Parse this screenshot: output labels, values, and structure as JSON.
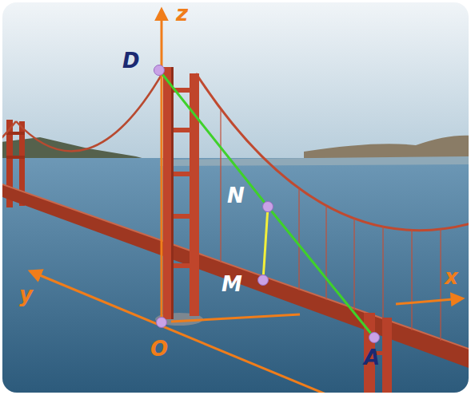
{
  "diagram": {
    "nodes": [
      {
        "text": [
          "D"
        ]
      },
      {
        "text": [
          "N"
        ]
      },
      {
        "text": [
          "M"
        ]
      },
      {
        "text": [
          "O"
        ]
      },
      {
        "text": [
          "A"
        ]
      }
    ],
    "edges": [
      {
        "from": 0,
        "to": 1,
        "arrow": "none"
      },
      {
        "from": 1,
        "to": 4,
        "arrow": "none"
      },
      {
        "from": 1,
        "to": 2,
        "arrow": "none"
      }
    ],
    "labels": [
      "z",
      "y",
      "x"
    ]
  }
}
